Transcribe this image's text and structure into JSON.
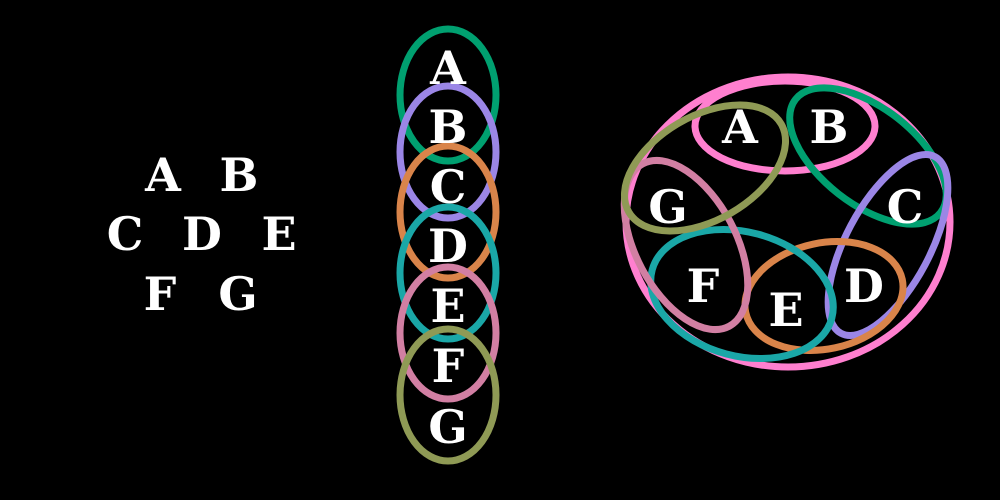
{
  "background": "#000000",
  "text_color": "#ffffff",
  "letters": [
    "A",
    "B",
    "C",
    "D",
    "E",
    "F",
    "G"
  ],
  "edge_colors": {
    "A-B": "#ff7fcf",
    "B-C": "#00a070",
    "C-D": "#9b86e6",
    "D-E": "#d9844a",
    "E-F": "#1aa7a7",
    "F-G": "#d27fa3",
    "G-A": "#8f9a55"
  },
  "left_panel": {
    "rows": [
      [
        "A",
        "B"
      ],
      [
        "C",
        "D",
        "E"
      ],
      [
        "F",
        "G"
      ]
    ]
  },
  "middle_panel": {
    "stack": [
      "A",
      "B",
      "C",
      "D",
      "E",
      "F",
      "G"
    ],
    "ring_colors": [
      "#00a070",
      "#9b86e6",
      "#d9844a",
      "#1aa7a7",
      "#d27fa3",
      "#8f9a55"
    ]
  },
  "right_panel": {
    "cycle": [
      "A",
      "B",
      "C",
      "D",
      "E",
      "F",
      "G"
    ],
    "pairs": [
      {
        "from": "A",
        "to": "B",
        "color": "#ff7fcf"
      },
      {
        "from": "B",
        "to": "C",
        "color": "#00a070"
      },
      {
        "from": "C",
        "to": "D",
        "color": "#9b86e6"
      },
      {
        "from": "D",
        "to": "E",
        "color": "#d9844a"
      },
      {
        "from": "E",
        "to": "F",
        "color": "#1aa7a7"
      },
      {
        "from": "F",
        "to": "G",
        "color": "#d27fa3"
      },
      {
        "from": "G",
        "to": "A",
        "color": "#8f9a55"
      }
    ]
  }
}
